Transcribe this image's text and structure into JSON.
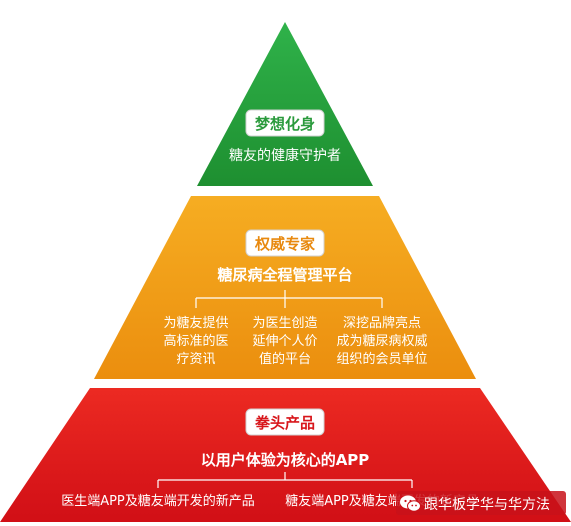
{
  "colors": {
    "top_tier": "#26a23a",
    "middle_tier": "#f09a14",
    "bottom_tier": "#e3161a",
    "badge_bg": "#ffffff",
    "badge_border": "#d9d9d9"
  },
  "tiers": {
    "top": {
      "badge": "梦想化身",
      "subtitle": "糖友的健康守护者"
    },
    "middle": {
      "badge": "权威专家",
      "subtitle": "糖尿病全程管理平台",
      "columns": [
        {
          "line1": "为糖友提供",
          "line2": "高标准的医",
          "line3": "疗资讯"
        },
        {
          "line1": "为医生创造",
          "line2": "延伸个人价",
          "line3": "值的平台"
        },
        {
          "line1": "深挖品牌亮点",
          "line2": "成为糖尿病权威",
          "line3": "组织的会员单位"
        }
      ]
    },
    "bottom": {
      "badge": "拳头产品",
      "subtitle": "以用户体验为核心的APP",
      "left_text": "医生端APP及糖友端开发的新产品",
      "right_text": "糖友端APP及糖友端开发的新产品"
    }
  },
  "watermark": {
    "icon": "wechat-icon",
    "text": "跟华板学华与华方法"
  }
}
